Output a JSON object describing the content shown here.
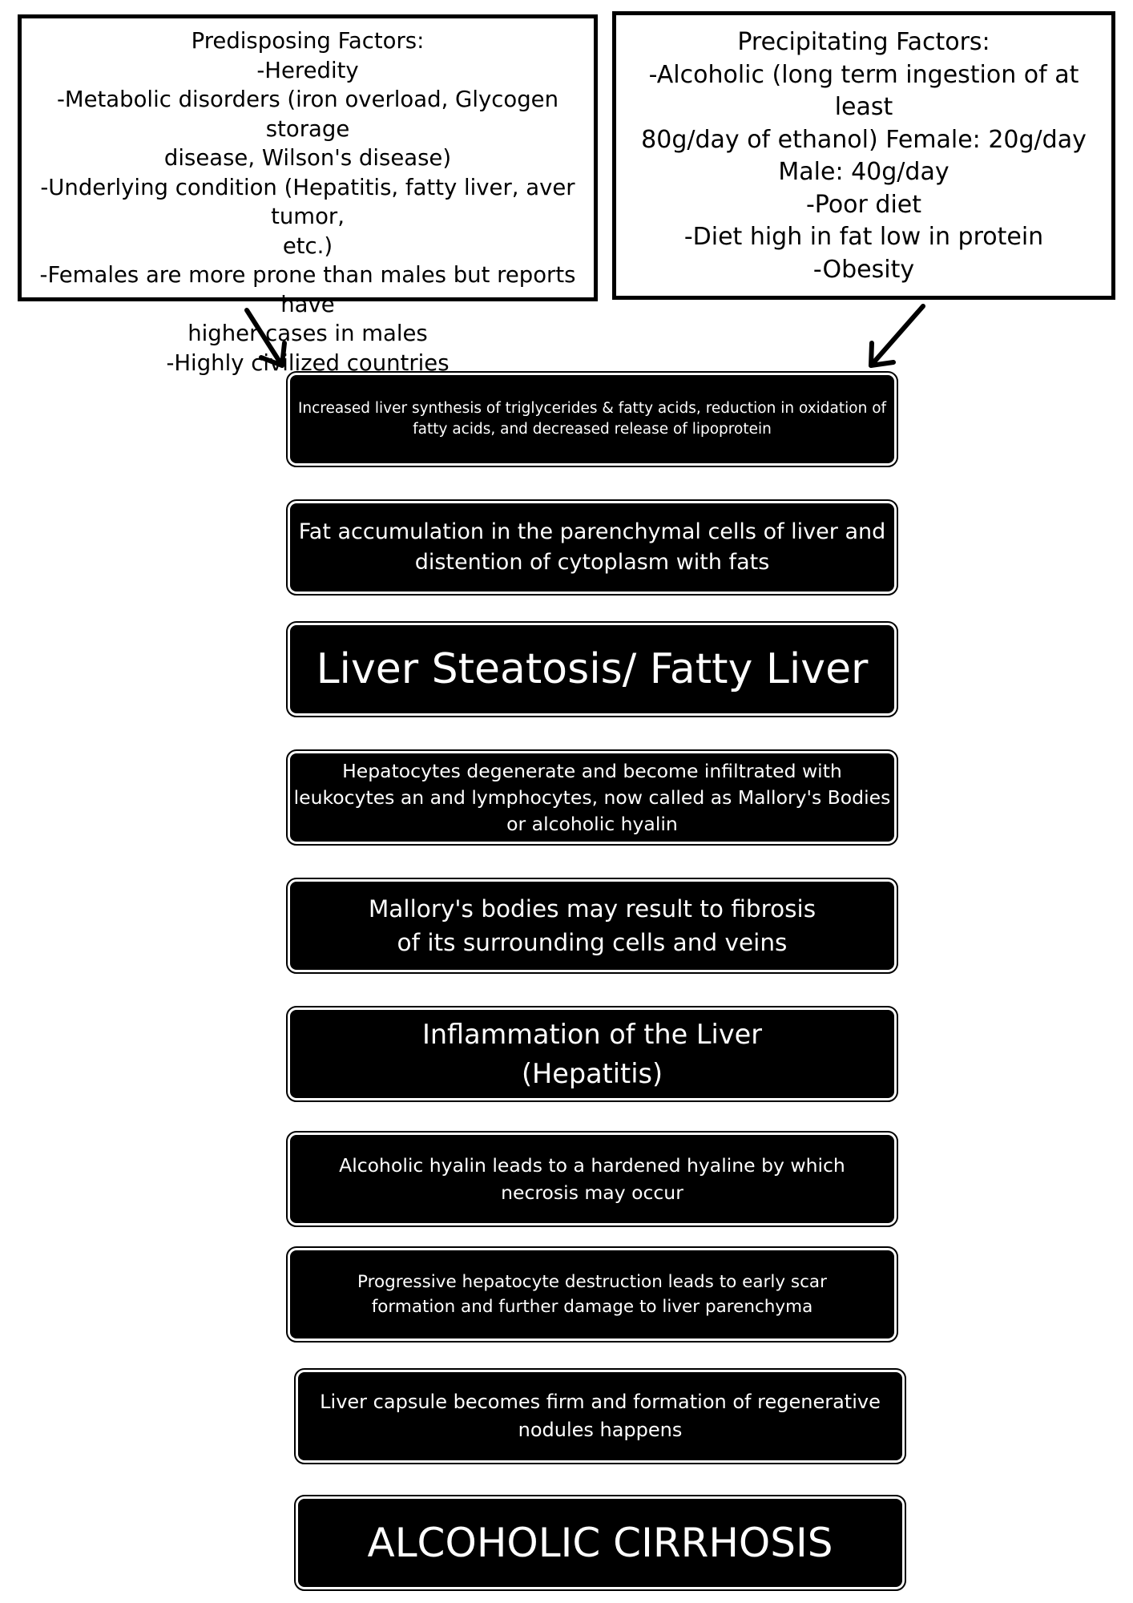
{
  "predisposing": {
    "lines": [
      "Predisposing Factors:",
      "-Heredity",
      "-Metabolic disorders (iron overload, Glycogen storage",
      "disease, Wilson's disease)",
      "-Underlying condition (Hepatitis, fatty liver, aver tumor,",
      "etc.)",
      "-Females are more prone than males but reports have",
      "higher cases in males",
      "-Highly civilized countries"
    ]
  },
  "precipitating": {
    "lines": [
      "Precipitating Factors:",
      "-Alcoholic (long term ingestion of at least",
      "80g/day of ethanol) Female: 20g/day",
      "Male: 40g/day",
      "-Poor diet",
      "-Diet high in fat low in protein",
      "-Obesity"
    ]
  },
  "steps": [
    {
      "lines": [
        "Increased liver synthesis of triglycerides & fatty acids, reduction in oxidation of",
        "fatty acids, and decreased release of lipoprotein"
      ]
    },
    {
      "lines": [
        "Fat accumulation in the parenchymal cells of liver and",
        "distention of cytoplasm with fats"
      ]
    },
    {
      "lines": [
        "Liver Steatosis/ Fatty Liver"
      ]
    },
    {
      "lines": [
        "Hepatocytes degenerate and become infiltrated with",
        "leukocytes an and lymphocytes, now called as Mallory's Bodies",
        "or alcoholic hyalin"
      ]
    },
    {
      "lines": [
        "Mallory's bodies may result to fibrosis",
        "of its surrounding cells and veins"
      ]
    },
    {
      "lines": [
        "Inflammation of the Liver",
        "(Hepatitis)"
      ]
    },
    {
      "lines": [
        "Alcoholic hyalin leads to a hardened hyaline by which",
        "necrosis may occur"
      ]
    },
    {
      "lines": [
        "Progressive hepatocyte destruction leads to early scar",
        "formation and further damage to liver parenchyma"
      ]
    },
    {
      "lines": [
        "Liver capsule becomes firm and formation of regenerative",
        "nodules happens"
      ]
    },
    {
      "lines": [
        "ALCOHOLIC CIRRHOSIS"
      ]
    }
  ]
}
